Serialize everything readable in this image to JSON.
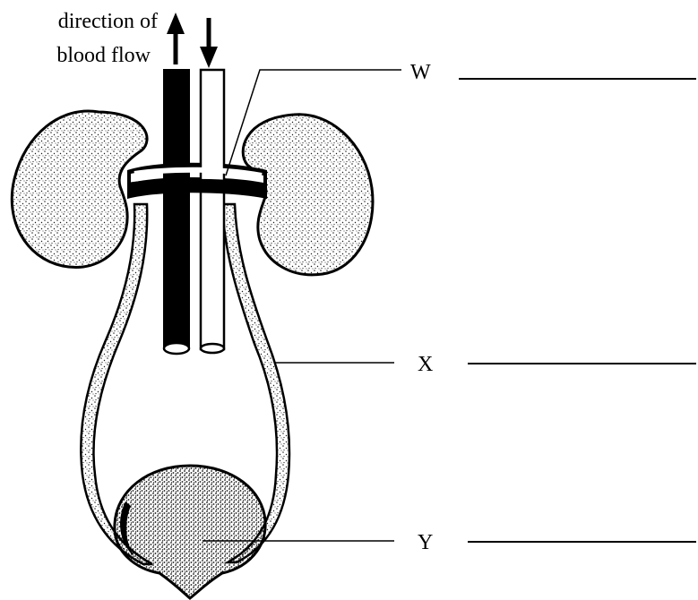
{
  "caption": {
    "line1": "direction of",
    "line2": "blood flow"
  },
  "labels": {
    "w": "W",
    "x": "X",
    "y": "Y"
  },
  "colors": {
    "ink": "#000000",
    "paper": "#ffffff",
    "stipple": "#1a1a1a"
  },
  "icons": {
    "up_arrow": "up-arrow-icon",
    "down_arrow": "down-arrow-icon"
  }
}
